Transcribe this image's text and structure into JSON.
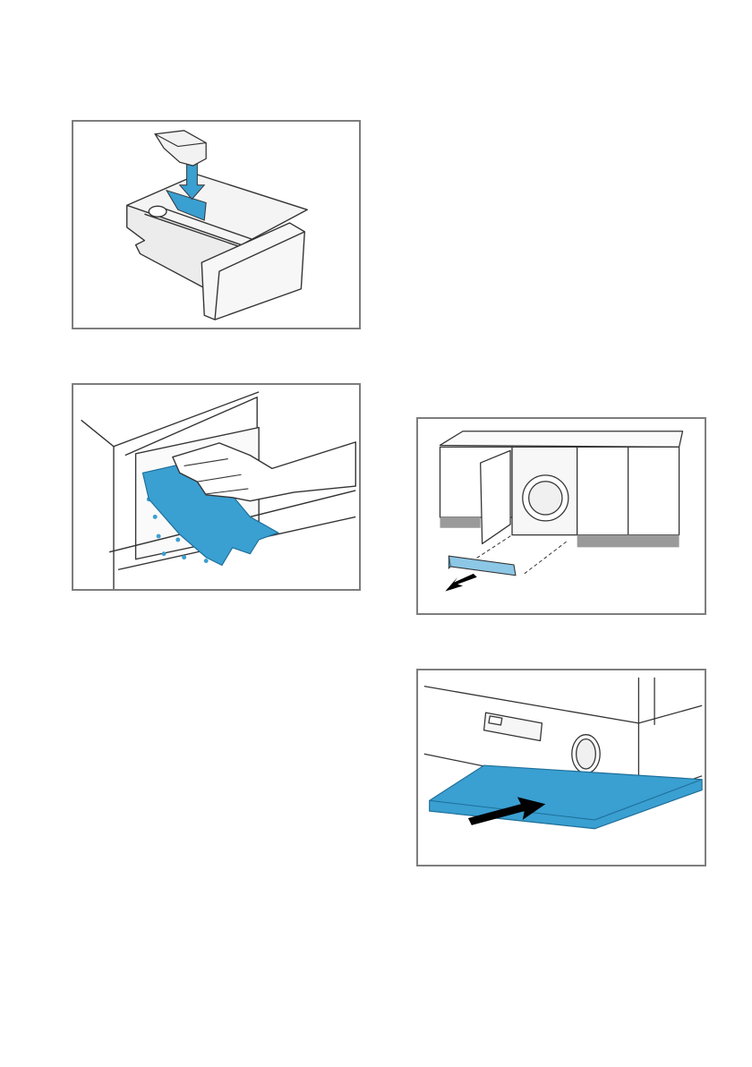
{
  "colors": {
    "accent_blue": "#3a9fd1",
    "accent_blue_light": "#8cc7e6",
    "frame_border": "#7d7d7d",
    "line_art": "#333333",
    "plinth_grey": "#9a9a9a"
  },
  "figures": [
    {
      "id": "fig-a",
      "icon": "detergent-drawer-insert-icon"
    },
    {
      "id": "fig-b",
      "icon": "wipe-drawer-recess-icon"
    },
    {
      "id": "fig-c",
      "icon": "remove-plinth-icon"
    },
    {
      "id": "fig-d",
      "icon": "drip-tray-insert-icon"
    }
  ]
}
